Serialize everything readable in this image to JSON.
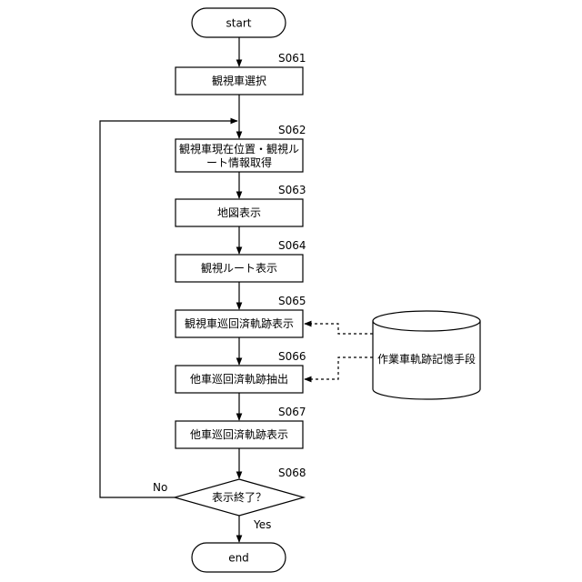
{
  "diagram": {
    "start": "start",
    "end": "end",
    "steps": [
      {
        "id": "S061",
        "lines": [
          "観視車選択"
        ]
      },
      {
        "id": "S062",
        "lines": [
          "観視車現在位置・観視ル",
          "ート情報取得"
        ]
      },
      {
        "id": "S063",
        "lines": [
          "地図表示"
        ]
      },
      {
        "id": "S064",
        "lines": [
          "観視ルート表示"
        ]
      },
      {
        "id": "S065",
        "lines": [
          "観視車巡回済軌跡表示"
        ]
      },
      {
        "id": "S066",
        "lines": [
          "他車巡回済軌跡抽出"
        ]
      },
      {
        "id": "S067",
        "lines": [
          "他車巡回済軌跡表示"
        ]
      }
    ],
    "decision": {
      "id": "S068",
      "label": "表示終了？",
      "no": "No",
      "yes": "Yes"
    },
    "storage": {
      "label": "作業車軌跡記憶手段"
    }
  }
}
